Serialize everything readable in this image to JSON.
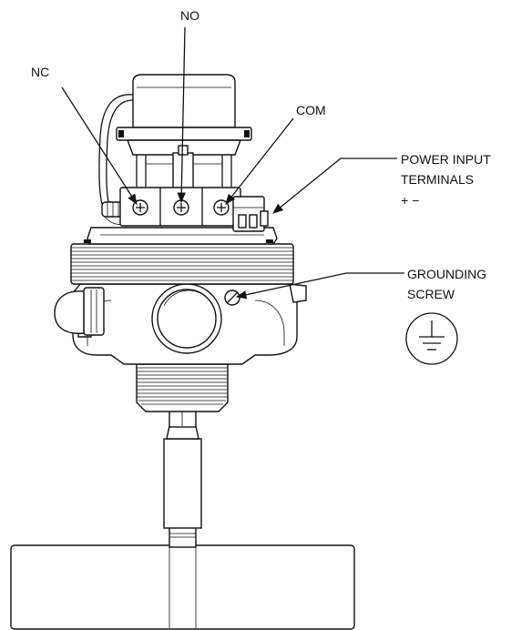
{
  "labels": {
    "no": "NO",
    "nc": "NC",
    "com": "COM",
    "power_line1": "POWER INPUT",
    "power_line2": "TERMINALS",
    "power_polarity": "+ −",
    "ground_line1": "GROUNDING",
    "ground_line2": "SCREW"
  },
  "icons": {
    "ground": "earth-ground-icon"
  }
}
